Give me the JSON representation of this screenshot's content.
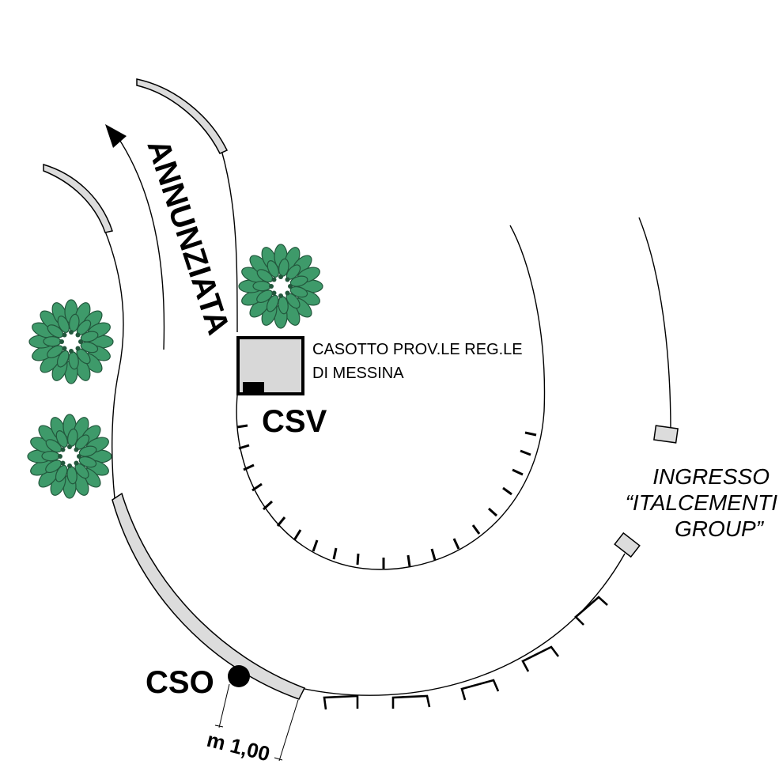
{
  "street_name": "ANNUNZIATA",
  "booth": {
    "lines": [
      "CASOTTO PROV.LE  REG.LE",
      "DI MESSINA"
    ],
    "code": "CSV"
  },
  "observation_point": {
    "code": "CSO"
  },
  "dimension_label": "m 1,00",
  "entrance": {
    "lines": [
      "INGRESSO",
      "“ITALCEMENTI",
      "GROUP”"
    ]
  },
  "colors": {
    "tree_fill": "#3e9a6a",
    "tree_dark": "#22573c",
    "kerb_grey": "#dcdcdc",
    "booth_fill": "#d8d8d8"
  },
  "icons": [
    "tree-icon",
    "direction-arrow-icon"
  ]
}
